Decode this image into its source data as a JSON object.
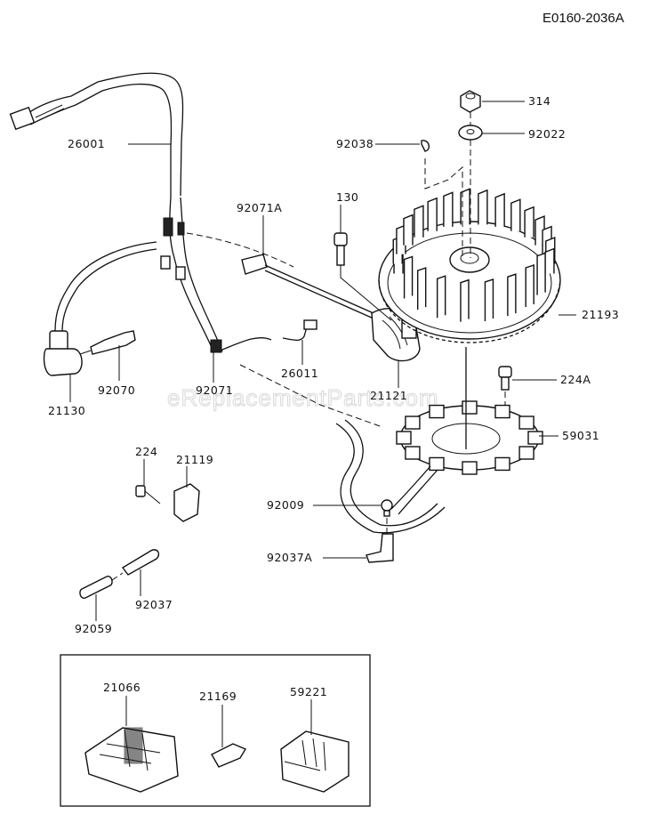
{
  "diagram": {
    "code": "E0160-2036A",
    "watermark": "eReplacementParts.com",
    "colors": {
      "ink": "#111111",
      "background": "#ffffff",
      "watermark": "#d8d8d8"
    },
    "callouts": [
      {
        "id": "26001",
        "label": "26001",
        "part": "main-wiring-harness"
      },
      {
        "id": "92038",
        "label": "92038",
        "part": "key"
      },
      {
        "id": "314",
        "label": "314",
        "part": "flywheel-nut"
      },
      {
        "id": "92022",
        "label": "92022",
        "part": "washer"
      },
      {
        "id": "92071A",
        "label": "92071A",
        "part": "harness-clamp"
      },
      {
        "id": "130",
        "label": "130",
        "part": "coil-bolt"
      },
      {
        "id": "21193",
        "label": "21193",
        "part": "flywheel"
      },
      {
        "id": "224A",
        "label": "224A",
        "part": "stator-bolt"
      },
      {
        "id": "59031",
        "label": "59031",
        "part": "stator"
      },
      {
        "id": "21130",
        "label": "21130",
        "part": "spark-plug-cap"
      },
      {
        "id": "92070",
        "label": "92070",
        "part": "spark-plug"
      },
      {
        "id": "92071",
        "label": "92071",
        "part": "wire-clamp"
      },
      {
        "id": "26011",
        "label": "26011",
        "part": "lead-wire"
      },
      {
        "id": "21121",
        "label": "21121",
        "part": "ignition-coil"
      },
      {
        "id": "224",
        "label": "224",
        "part": "regulator-bolt"
      },
      {
        "id": "21119",
        "label": "21119",
        "part": "regulator"
      },
      {
        "id": "92009",
        "label": "92009",
        "part": "screw"
      },
      {
        "id": "92037A",
        "label": "92037A",
        "part": "clamp"
      },
      {
        "id": "92037",
        "label": "92037",
        "part": "band"
      },
      {
        "id": "92059",
        "label": "92059",
        "part": "tube"
      },
      {
        "id": "21066",
        "label": "21066",
        "part": "rectifier"
      },
      {
        "id": "21169",
        "label": "21169",
        "part": "terminal"
      },
      {
        "id": "59221",
        "label": "59221",
        "part": "connector-housing"
      }
    ]
  }
}
